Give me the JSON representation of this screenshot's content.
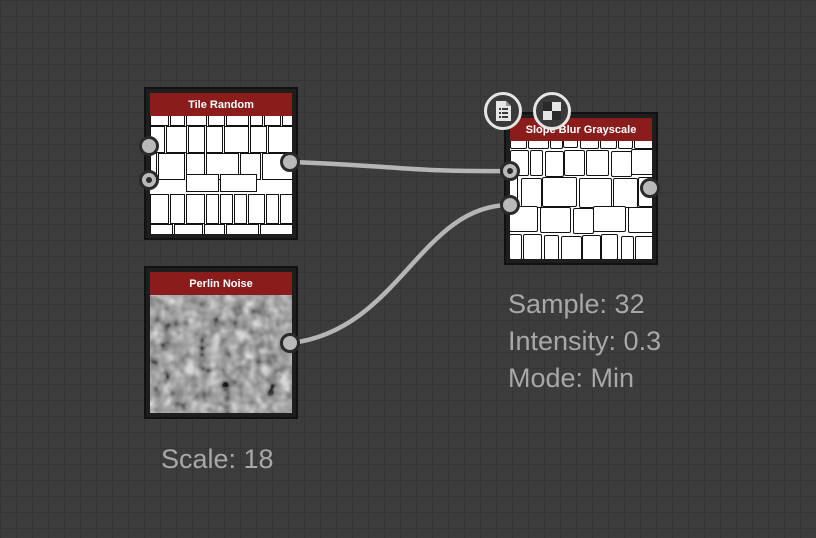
{
  "nodes": {
    "tile_random": {
      "title": "Tile Random"
    },
    "perlin_noise": {
      "title": "Perlin Noise",
      "params": {
        "scale": "Scale: 18"
      }
    },
    "slope_blur": {
      "title": "Slope Blur Grayscale",
      "params": {
        "sample": "Sample: 32",
        "intensity": "Intensity: 0.3",
        "mode": "Mode: Min"
      }
    }
  },
  "icons": {
    "document": "document-icon",
    "checker": "checkerboard-icon"
  },
  "colors": {
    "canvas_background": "#3c3c3c",
    "grid_line": "#353535",
    "node_header": "#8a1c1c",
    "connection": "#b9b9b9",
    "param_text": "#a8a8a8"
  }
}
